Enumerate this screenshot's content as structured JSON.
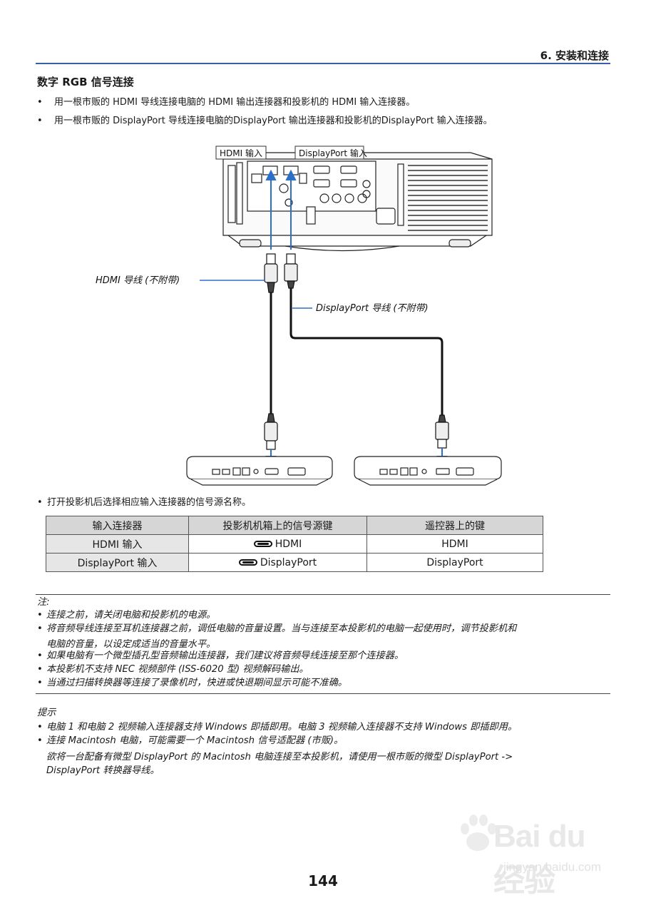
{
  "header": {
    "chapter": "6. 安装和连接",
    "section_title": "数字 RGB 信号连接"
  },
  "bullets": [
    "用一根市贩的 HDMI 导线连接电脑的 HDMI 输出连接器和投影机的 HDMI 输入连接器。",
    "用一根市贩的 DisplayPort 导线连接电脑的DisplayPort 输出连接器和投影机的DisplayPort 输入连接器。"
  ],
  "diagram": {
    "hdmi_input_label": "HDMI 输入",
    "displayport_input_label": "DisplayPort 输入",
    "hdmi_cable_label": "HDMI 导线 (不附带)",
    "displayport_cable_label": "DisplayPort 导线 (不附带)"
  },
  "bullet_after_diagram": "打开投影机后选择相应输入连接器的信号源名称。",
  "table": {
    "headers": [
      "输入连接器",
      "投影机机箱上的信号源键",
      "遥控器上的键"
    ],
    "rows": [
      [
        "HDMI 输入",
        "HDMI",
        "HDMI"
      ],
      [
        "DisplayPort 输入",
        "DisplayPort",
        "DisplayPort"
      ]
    ]
  },
  "notes": {
    "heading": "注:",
    "items": [
      "连接之前，请关闭电脑和投影机的电源。",
      "将音频导线连接至耳机连接器之前，调低电脑的音量设置。当与连接至本投影机的电脑一起使用时，调节投影机和",
      "如果电脑有一个微型插孔型音频输出连接器，我们建议将音频导线连接至那个连接器。",
      "本投影机不支持 NEC 视频部件 (ISS-6020 型) 视频解码输出。",
      "当通过扫描转换器等连接了录像机时，快进或快退期间显示可能不准确。"
    ],
    "item_2_continuation": "电脑的音量，以设定成适当的音量水平。"
  },
  "tips": {
    "heading": "提示",
    "items": [
      "电脑 1 和电脑 2 视频输入连接器支持 Windows 即插即用。电脑 3 视频输入连接器不支持 Windows 即插即用。",
      "连接 Macintosh 电脑，可能需要一个 Macintosh 信号适配器 (市贩)。"
    ],
    "item_2_continuation_1": "欲将一台配备有微型 DisplayPort 的 Macintosh 电脑连接至本投影机，请使用一根市贩的微型 DisplayPort ->",
    "item_2_continuation_2": "DisplayPort 转换器导线。"
  },
  "page_number": "144",
  "watermark": {
    "brand": "Bai du 经验",
    "url": "jingyan.baidu.com"
  },
  "colors": {
    "accent_rule": "#3a5ea8",
    "arrow_blue": "#2a6fc9",
    "table_header_bg": "#d6d6d6"
  }
}
